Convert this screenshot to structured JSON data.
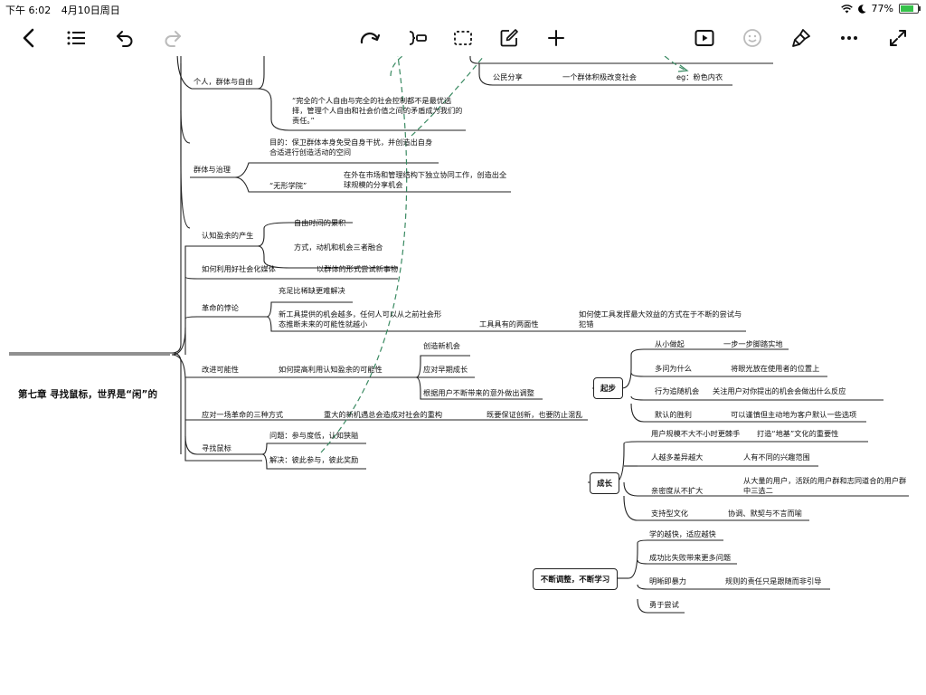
{
  "status_bar": {
    "time": "下午 6:02",
    "date": "4月10日周日",
    "battery": "77%",
    "battery_level": 0.77
  },
  "toolbar": {
    "left": [
      {
        "name": "back-button",
        "icon": "chevron-left-icon"
      },
      {
        "name": "outline-button",
        "icon": "list-icon"
      },
      {
        "name": "undo-button",
        "icon": "undo-icon"
      },
      {
        "name": "redo-button",
        "icon": "redo-icon"
      }
    ],
    "center": [
      {
        "name": "relationship-button",
        "icon": "curved-arrow-icon"
      },
      {
        "name": "summary-button",
        "icon": "bracket-node-icon"
      },
      {
        "name": "boundary-button",
        "icon": "dashed-rect-icon"
      },
      {
        "name": "note-button",
        "icon": "edit-icon"
      },
      {
        "name": "add-topic-button",
        "icon": "plus-icon"
      }
    ],
    "right": [
      {
        "name": "present-button",
        "icon": "play-icon"
      },
      {
        "name": "sticker-button",
        "icon": "smiley-icon"
      },
      {
        "name": "style-button",
        "icon": "paint-brush-icon"
      },
      {
        "name": "more-button",
        "icon": "more-icon"
      },
      {
        "name": "fullscreen-button",
        "icon": "expand-icon"
      }
    ]
  },
  "map": {
    "root": "第七章 寻找鼠标，世界是“闲”的",
    "top": {
      "individual": "个人，群体与自由",
      "quote": "“完全的个人自由与完全的社会控制都不是最优选择，管理个人自由和社会价值之间的矛盾成为我们的责任。”",
      "share_label": "公民分享",
      "share_text": "一个群体积极改变社会",
      "share_eg": "eg：粉色内衣",
      "governance": "群体与治理",
      "gov_goal": "目的：保卫群体本身免受自身干扰，并创造出自身合适进行创造活动的空间",
      "invisible": "“无形学院”",
      "invisible_text": "在外在市场和管理结构下独立协同工作，创造出全球规模的分享机会"
    },
    "branches": {
      "surplus": "认知盈余的产生",
      "surplus_a": "自由时间的累积",
      "surplus_b": "方式，动机和机会三者融合",
      "media": "如何利用好社会化媒体",
      "media_a": "以群体的形式尝试新事物",
      "paradox": "革命的悖论",
      "paradox_a": "充足比稀缺更难解决",
      "paradox_b": "新工具提供的机会越多，任何人可以从之前社会形态推断未来的可能性就越小",
      "paradox_c": "工具具有的两面性",
      "paradox_d": "如何使工具发挥最大效益的方式在于不断的尝试与犯错",
      "improve": "改进可能性",
      "improve_a": "如何提高利用认知盈余的可能性",
      "improve_b1": "创造新机会",
      "improve_b2": "应对早期成长",
      "improve_b3": "根据用户不断带来的意外做出调整",
      "revolution": "应对一场革命的三种方式",
      "revolution_a": "重大的新机遇总会造成对社会的重构",
      "revolution_b": "既要保证创新，也要防止混乱",
      "mouse": "寻找鼠标",
      "mouse_a": "问题：参与度低，认知狭隘",
      "mouse_b": "解决：彼此参与，彼此奖励"
    },
    "start": {
      "label": "起步",
      "items": [
        {
          "k": "从小做起",
          "v": "一步一步脚踏实地"
        },
        {
          "k": "多问为什么",
          "v": "将眼光放在使用者的位置上"
        },
        {
          "k": "行为追随机会",
          "v": "关注用户对你提出的机会会做出什么反应"
        },
        {
          "k": "默认的胜利",
          "v": "可以谨慎但主动地为客户默认一些选项"
        }
      ]
    },
    "growth": {
      "label": "成长",
      "items": [
        {
          "k": "用户规模不大不小时更棘手",
          "v": "打造“地基”文化的重要性"
        },
        {
          "k": "人越多差异越大",
          "v": "人有不同的兴趣范围"
        },
        {
          "k": "亲密度从不扩大",
          "v": "从大量的用户，活跃的用户群和志同道合的用户群中三选二"
        },
        {
          "k": "支持型文化",
          "v": "协调、默契与不言而喻"
        }
      ]
    },
    "adjust": {
      "label": "不断调整，不断学习",
      "items": [
        {
          "k": "学的越快，适应越快",
          "v": ""
        },
        {
          "k": "成功比失败带来更多问题",
          "v": ""
        },
        {
          "k": "明晰即暴力",
          "v": "规则的责任只是跟随而非引导"
        },
        {
          "k": "勇于尝试",
          "v": ""
        }
      ]
    }
  },
  "colors": {
    "line": "#222222",
    "relationship": "#3a8a62",
    "battery": "#35c24a"
  }
}
